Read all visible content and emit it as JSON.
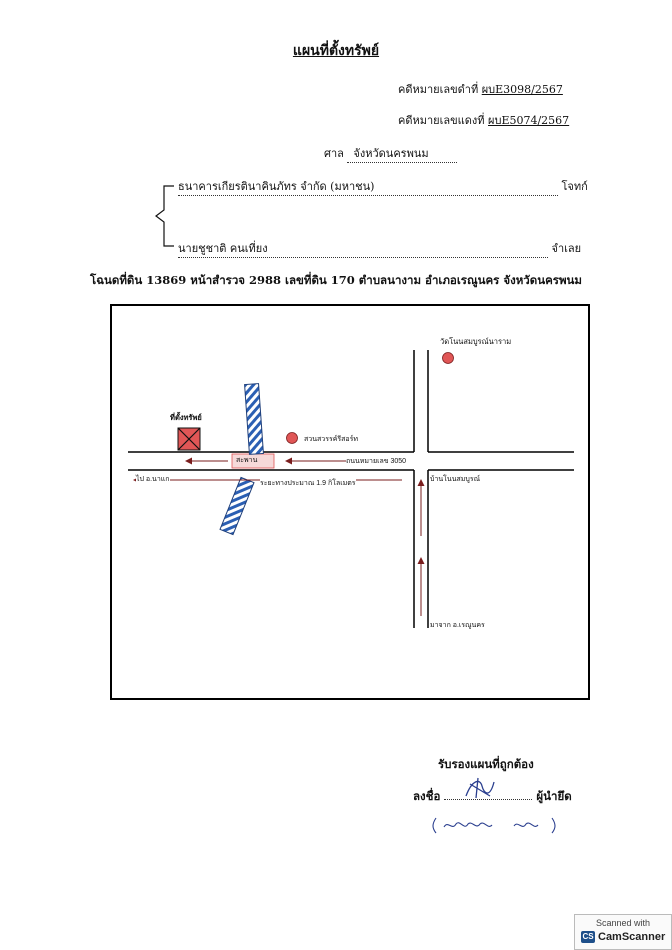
{
  "doc": {
    "title": "แผนที่ตั้งทรัพย์",
    "black_case_label": "คดีหมายเลขดำที่",
    "black_case_no": "ผบE3098/2567",
    "red_case_label": "คดีหมายเลขแดงที่",
    "red_case_no": "ผบE5074/2567",
    "court_label": "ศาล",
    "court_name": "จังหวัดนครพนม",
    "plaintiff": "ธนาคารเกียรตินาคินภัทร จำกัด (มหาชน)",
    "plaintiff_role": "โจทก์",
    "defendant": "นายชูชาติ คนเที่ยง",
    "defendant_role": "จำเลย",
    "land_info": "โฉนดที่ดิน 13869 หน้าสำรวจ 2988 เลขที่ดิน 170 ตำบลนางาม อำเภอเรณูนคร จังหวัดนครพนม"
  },
  "map": {
    "property_label": "ที่ตั้งทรัพย์",
    "temple_label": "วัดโนนสมบูรณ์นาราม",
    "garden_label": "สวนสวรรค์รีสอร์ท",
    "bridge_label": "สะพาน",
    "road_label": "ถนนหมายเลข 3050",
    "village_label": "บ้านโนนสมบูรณ์",
    "to_label": "ไป อ.นาแก",
    "distance_label": "ระยะทางประมาณ 1.9 กิโลเมตร",
    "from_label": "มาจาก อ.เรณูนคร",
    "colors": {
      "marker": "#e05656",
      "hatch": "#2b5fb3",
      "arrow": "#7a1d1d"
    }
  },
  "footer": {
    "certify": "รับรองแผนที่ถูกต้อง",
    "sign_label": "ลงชื่อ",
    "sign_role": "ผู้นำยึด"
  },
  "scanner": {
    "top": "Scanned with",
    "brand": "CamScanner",
    "badge": "CS"
  }
}
